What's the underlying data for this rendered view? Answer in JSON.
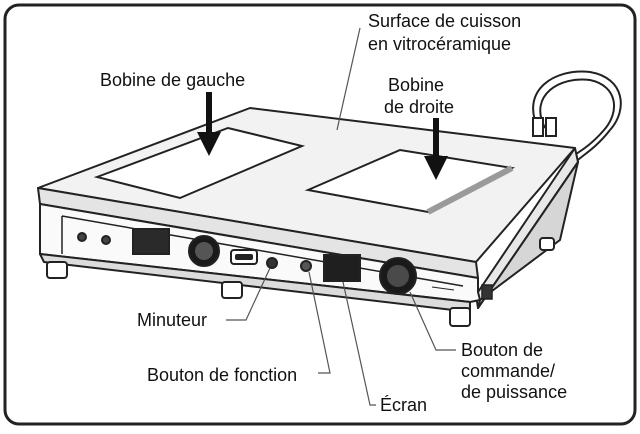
{
  "labels": {
    "surface_line1": "Surface de cuisson",
    "surface_line2": "en vitrocéramique",
    "left_coil": "Bobine de gauche",
    "right_coil_line1": "Bobine",
    "right_coil_line2": "de droite",
    "timer": "Minuteur",
    "function_button": "Bouton de fonction",
    "screen": "Écran",
    "power_knob_line1": "Bouton de",
    "power_knob_line2": "commande/",
    "power_knob_line3": "de puissance"
  }
}
